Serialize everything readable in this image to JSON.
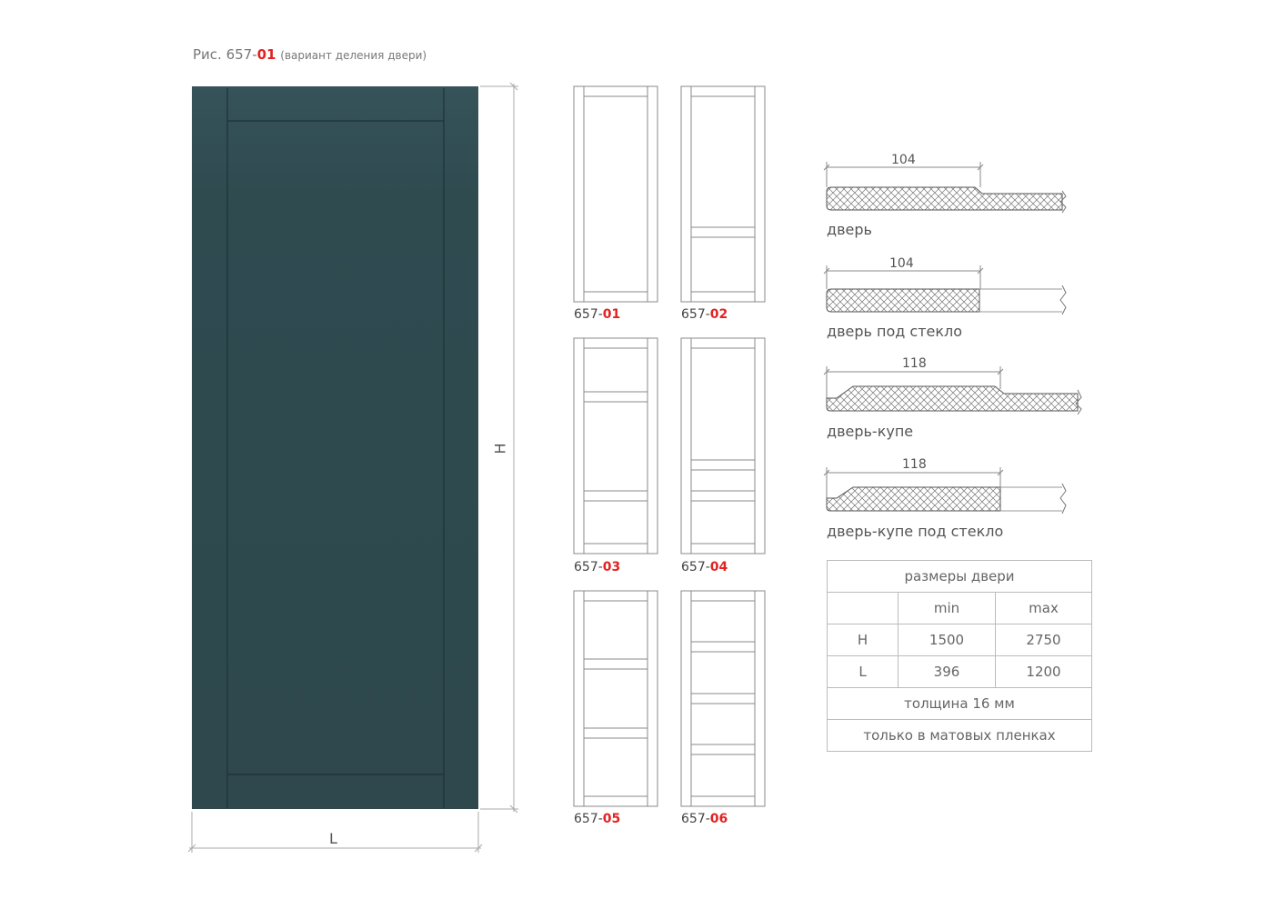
{
  "caption": {
    "prefix": "Рис. 657-",
    "num": "01",
    "note": "(вариант деления двери)"
  },
  "door_color": "#2f4a4f",
  "accent_color": "#e32222",
  "dimensions": {
    "height_label": "H",
    "width_label": "L"
  },
  "variants": [
    {
      "prefix": "657-",
      "num": "01"
    },
    {
      "prefix": "657-",
      "num": "02"
    },
    {
      "prefix": "657-",
      "num": "03"
    },
    {
      "prefix": "657-",
      "num": "04"
    },
    {
      "prefix": "657-",
      "num": "05"
    },
    {
      "prefix": "657-",
      "num": "06"
    }
  ],
  "profiles": [
    {
      "width": "104",
      "label": "дверь"
    },
    {
      "width": "104",
      "label": "дверь под стекло"
    },
    {
      "width": "118",
      "label": "дверь-купе"
    },
    {
      "width": "118",
      "label": "дверь-купе под стекло"
    }
  ],
  "size_table": {
    "title": "размеры двери",
    "col_min": "min",
    "col_max": "max",
    "rows": [
      {
        "label": "H",
        "min": "1500",
        "max": "2750"
      },
      {
        "label": "L",
        "min": "396",
        "max": "1200"
      }
    ],
    "thickness": "толщина 16 мм",
    "note": "только в матовых пленках"
  }
}
